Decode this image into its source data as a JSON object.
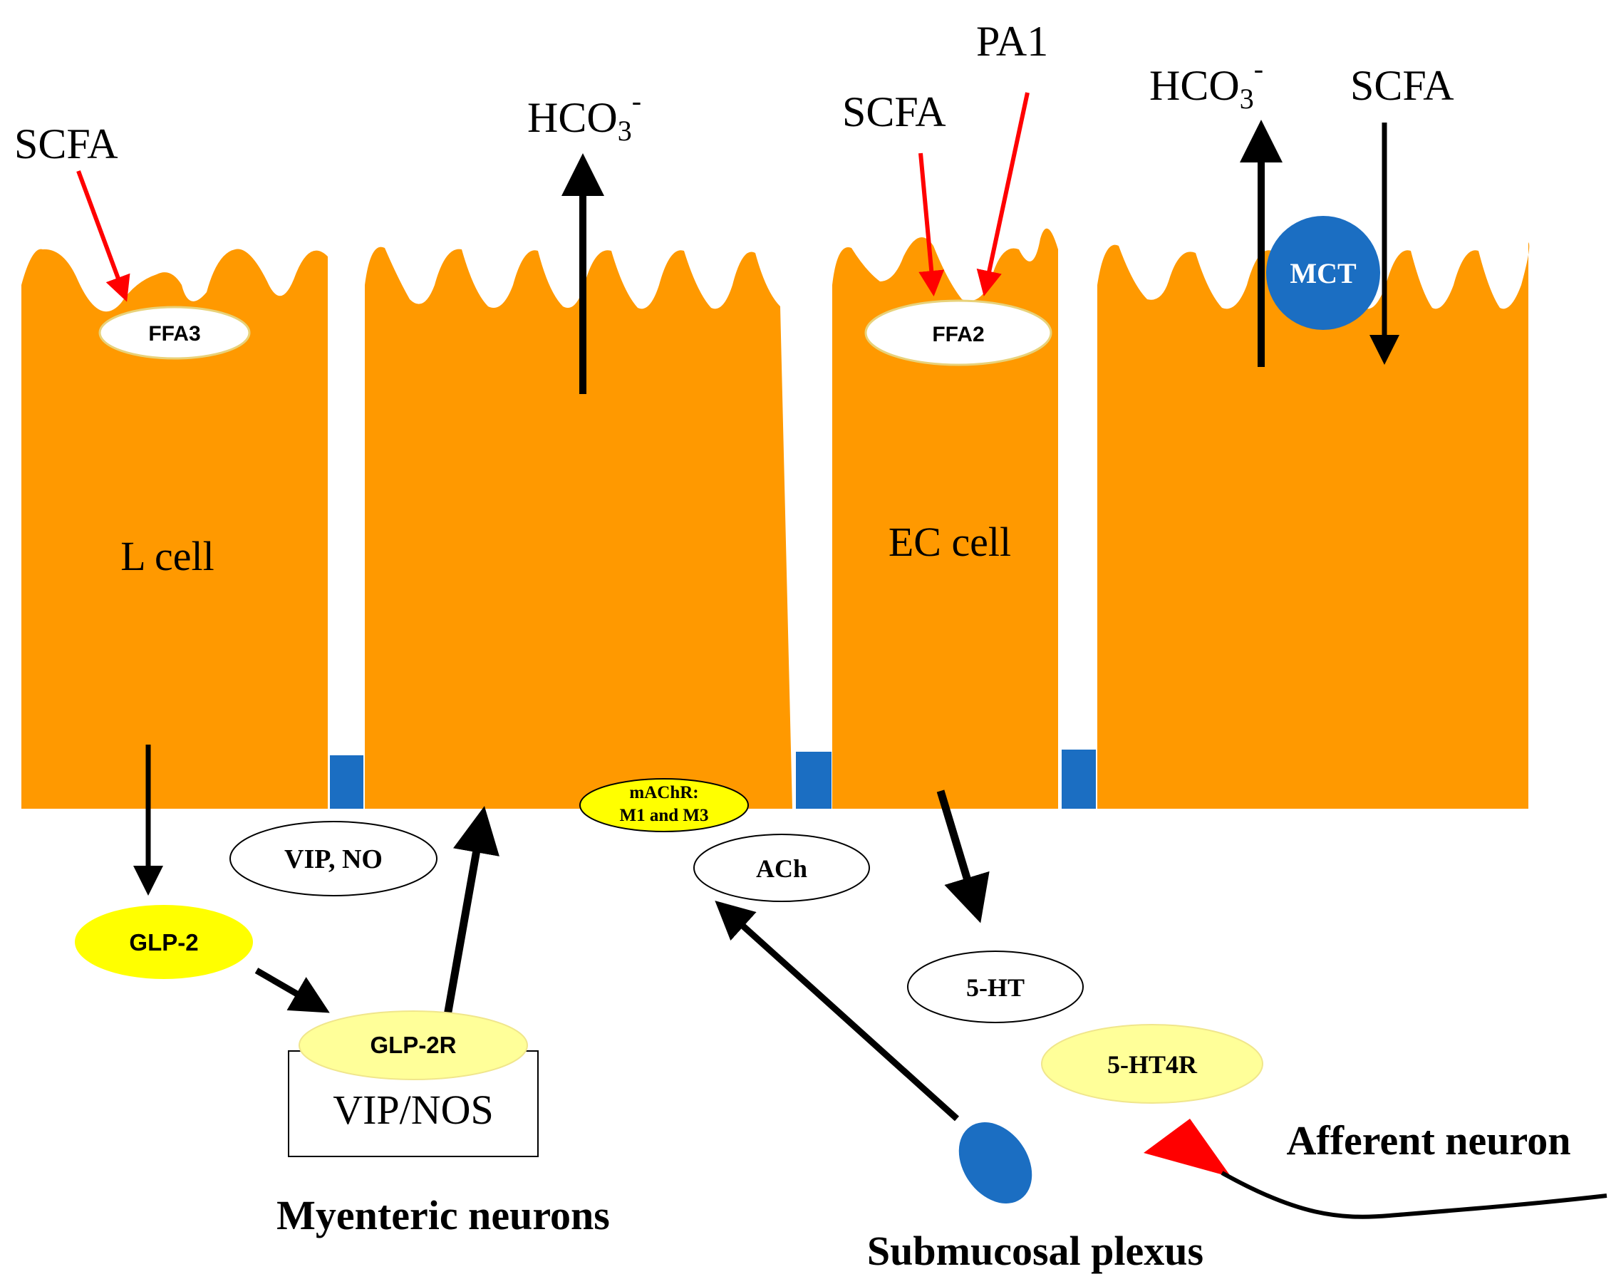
{
  "labels": {
    "scfa_left": "SCFA",
    "hco3_mid": "HCO",
    "hco3_mid_sub": "3",
    "hco3_mid_sup": "-",
    "scfa_ec": "SCFA",
    "pa1": "PA1",
    "hco3_right": "HCO",
    "hco3_right_sub": "3",
    "hco3_right_sup": "-",
    "scfa_right": "SCFA",
    "ffa3": "FFA3",
    "ffa2": "FFA2",
    "mct": "MCT",
    "l_cell": "L cell",
    "ec_cell": "EC cell",
    "machr_line1": "mAChR:",
    "machr_line2": "M1 and M3",
    "vip_no": "VIP, NO",
    "ach": "ACh",
    "glp2": "GLP-2",
    "glp2r": "GLP-2R",
    "vip_nos": "VIP/NOS",
    "five_ht": "5-HT",
    "five_ht4r": "5-HT4R",
    "myenteric": "Myenteric neurons",
    "submucosal": "Submucosal plexus",
    "afferent": "Afferent neuron"
  },
  "colors": {
    "cell": "#FF9900",
    "junction": "#1B6EC2",
    "mct": "#1B6EC2",
    "glp2": "#FFFF00",
    "glp2r": "#FFFF99",
    "machr": "#FFFF00",
    "five_ht4r": "#FFFF99",
    "signal_arrow": "#FF0000",
    "flow_arrow": "#000000",
    "afferent_terminal": "#FF0000",
    "submucosal_body": "#1B6EC2"
  }
}
